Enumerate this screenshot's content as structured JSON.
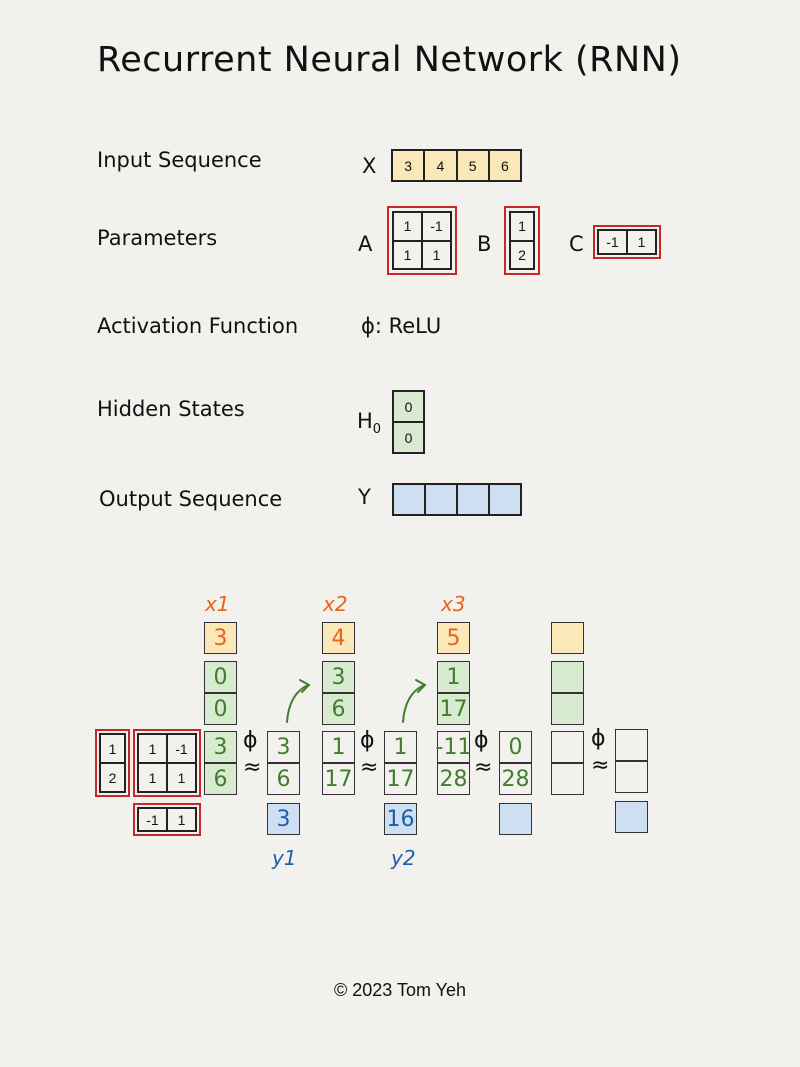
{
  "title": "Recurrent Neural Network (RNN)",
  "labels": {
    "input_sequence": "Input Sequence",
    "parameters": "Parameters",
    "activation_function": "Activation Function",
    "hidden_states": "Hidden States",
    "output_sequence": "Output Sequence"
  },
  "symbols": {
    "x": "X",
    "a": "A",
    "b": "B",
    "c": "C",
    "activation": "ϕ: ReLU",
    "h0": "H",
    "h0_sub": "0",
    "y": "Y"
  },
  "input_x": [
    "3",
    "4",
    "5",
    "6"
  ],
  "param_a": [
    "1",
    "-1",
    "1",
    "1"
  ],
  "param_b": [
    "1",
    "2"
  ],
  "param_c": [
    "-1",
    "1"
  ],
  "h0": [
    "0",
    "0"
  ],
  "output_y": [
    "",
    "",
    "",
    ""
  ],
  "walkthrough": {
    "b_matrix": [
      "1",
      "2"
    ],
    "a_matrix": [
      "1",
      "-1",
      "1",
      "1"
    ],
    "c_matrix": [
      "-1",
      "1"
    ],
    "phi": "ϕ",
    "approx": "≈",
    "steps": [
      {
        "x_label": "x1",
        "x": "3",
        "h_prev": [
          "0",
          "0"
        ],
        "pre": [
          "3",
          "6"
        ],
        "post": [
          "3",
          "6"
        ],
        "y": "3",
        "y_label": "y1"
      },
      {
        "x_label": "x2",
        "x": "4",
        "h_prev": [
          "3",
          "6"
        ],
        "pre": [
          "1",
          "17"
        ],
        "post": [
          "1",
          "17"
        ],
        "y": "16",
        "y_label": "y2"
      },
      {
        "x_label": "x3",
        "x": "5",
        "h_prev": [
          "1",
          "17"
        ],
        "pre": [
          "-11",
          "28"
        ],
        "post": [
          "0",
          "28"
        ],
        "y": "",
        "y_label": ""
      },
      {
        "x_label": "",
        "x": "",
        "h_prev": [
          "",
          ""
        ],
        "pre": [
          "",
          ""
        ],
        "post": [
          "",
          ""
        ],
        "y": "",
        "y_label": ""
      }
    ]
  },
  "footer": "©  2023 Tom Yeh",
  "colors": {
    "input": "#fbe8b9",
    "hidden": "#d8ead0",
    "output": "#cfdff2",
    "param_frame": "#c62828",
    "x_text": "#e8641a",
    "h_text": "#3f7f2b",
    "y_text": "#1d5ea8"
  }
}
